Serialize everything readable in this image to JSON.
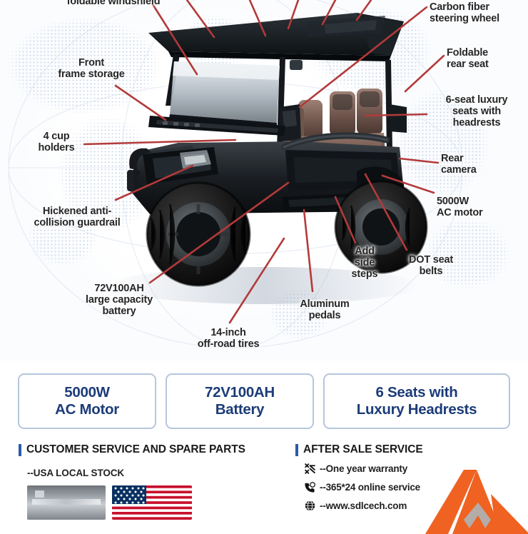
{
  "product": {
    "alt": "6-seat lifted electric golf cart, black, side-front view"
  },
  "callouts": [
    {
      "id": "foldable-windshield",
      "text": "foldable windshield",
      "align": "center"
    },
    {
      "id": "carbon-fiber-steering-wheel",
      "text": "Carbon fiber\nsteering wheel",
      "align": "left"
    },
    {
      "id": "front-frame-storage",
      "text": "Front\nframe storage",
      "align": "center"
    },
    {
      "id": "foldable-rear-seat",
      "text": "Foldable\nrear seat",
      "align": "left"
    },
    {
      "id": "six-seat-luxury-seats",
      "text": "6-seat luxury\nseats with\nheadrests",
      "align": "center"
    },
    {
      "id": "four-cup-holders",
      "text": "4 cup\nholders",
      "align": "center"
    },
    {
      "id": "rear-camera",
      "text": "Rear\ncamera",
      "align": "left"
    },
    {
      "id": "ac-motor-5000w",
      "text": "5000W\nAC motor",
      "align": "left"
    },
    {
      "id": "hickened-anti-collision-guardrail",
      "text": "Hickened anti-\ncollision guardrail",
      "align": "center"
    },
    {
      "id": "dot-seat-belts",
      "text": "DOT seat\nbelts",
      "align": "center"
    },
    {
      "id": "add-side-steps",
      "text": "Add\nside\nsteps",
      "align": "center"
    },
    {
      "id": "battery-72v100ah",
      "text": "72V100AH\nlarge capacity\nbattery",
      "align": "center"
    },
    {
      "id": "aluminum-pedals",
      "text": "Aluminum\npedals",
      "align": "center"
    },
    {
      "id": "off-road-tires-14-inch",
      "text": "14-inch\noff-road tires",
      "align": "center"
    }
  ],
  "specs": [
    {
      "id": "spec-motor",
      "text": "5000W\nAC Motor"
    },
    {
      "id": "spec-battery",
      "text": "72V100AH\nBattery"
    },
    {
      "id": "spec-seats",
      "text": "6 Seats with\nLuxury Headrests"
    }
  ],
  "service": {
    "left": {
      "heading": "CUSTOMER SERVICE AND SPARE PARTS",
      "subheading": "--USA LOCAL STOCK",
      "thumbnails": [
        {
          "id": "warehouse-photo",
          "alt": "USA warehouse stock photo"
        },
        {
          "id": "usa-flag",
          "alt": "United States flag"
        }
      ]
    },
    "right": {
      "heading": "AFTER SALE SERVICE",
      "items": [
        {
          "icon": "wrench-icon",
          "text": "--One year warranty"
        },
        {
          "icon": "phone-icon",
          "text": "--365*24 online service"
        },
        {
          "icon": "globe-icon",
          "text": "--www.sdlcech.com"
        }
      ]
    }
  },
  "colors": {
    "accent_red": "#b33a3a",
    "spec_text": "#1c3c78",
    "spec_border": "#b6c6dd",
    "section_bar": "#2a5ca8",
    "logo_orange": "#ef6222",
    "logo_gray": "#9a9a9a",
    "map_dots": "#c3d2e8"
  }
}
